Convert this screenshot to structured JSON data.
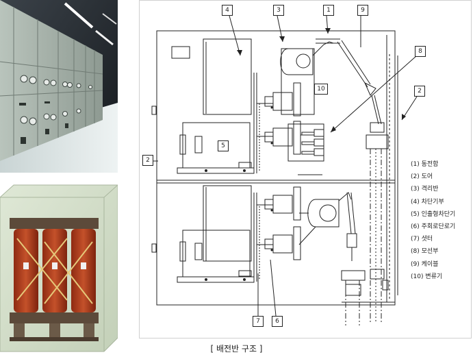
{
  "caption": "[ 배전반 구조 ]",
  "callouts": [
    "4",
    "3",
    "1",
    "9",
    "8",
    "10",
    "2",
    "5",
    "2",
    "7",
    "6",
    "5"
  ],
  "legend": [
    "(1) 동전함",
    "(2) 도어",
    "(3) 격리반",
    "(4) 차단기부",
    "(5) 인출형차단기",
    "(6) 주회로단로기",
    "(7) 셧터",
    "(8) 모선부",
    "(9) 케이블",
    "(10) 변류기"
  ]
}
